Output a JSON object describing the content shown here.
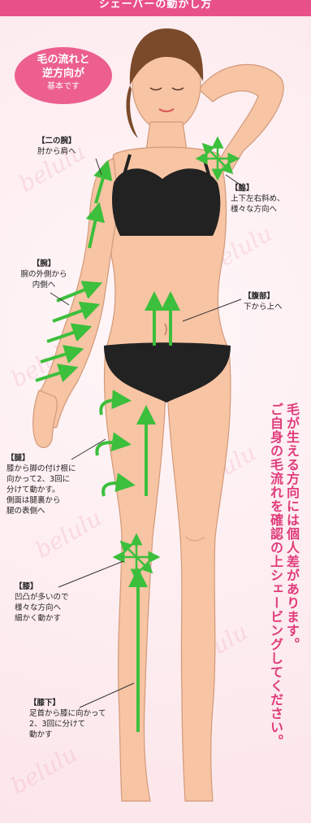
{
  "header": "シェーバーの動かし方",
  "watermark": "belulu",
  "badge": {
    "line1": "毛の流れと",
    "line2": "逆方向が",
    "line3": "基本です"
  },
  "labels": {
    "upper_arm": {
      "title": "【二の腕】",
      "desc": "肘から肩へ"
    },
    "arm": {
      "title": "【腕】",
      "desc1": "腕の外側から",
      "desc2": "内側へ"
    },
    "armpit": {
      "title": "【脇】",
      "desc1": "上下左右斜め、",
      "desc2": "様々な方向へ"
    },
    "abdomen": {
      "title": "【腹部】",
      "desc": "下から上へ"
    },
    "thigh": {
      "title": "【腿】",
      "desc1": "膝から脚の付け根に",
      "desc2": "向かって2、3回に",
      "desc3": "分けて動かす。",
      "desc4": "側面は腿裏から",
      "desc5": "腿の表側へ"
    },
    "knee": {
      "title": "【膝】",
      "desc1": "凹凸が多いので",
      "desc2": "様々な方向へ",
      "desc3": "細かく動かす"
    },
    "shin": {
      "title": "【膝下】",
      "desc1": "足首から膝に向かって",
      "desc2": "2、3回に分けて",
      "desc3": "動かす"
    }
  },
  "notice": {
    "line1": "毛が生える方向には個人差があります。",
    "line2": "ご自身の毛流れを確認の上シェービングしてください。"
  },
  "colors": {
    "accent": "#e8508a",
    "arrow": "#3cbf3c",
    "notice": "#e03b7a"
  }
}
